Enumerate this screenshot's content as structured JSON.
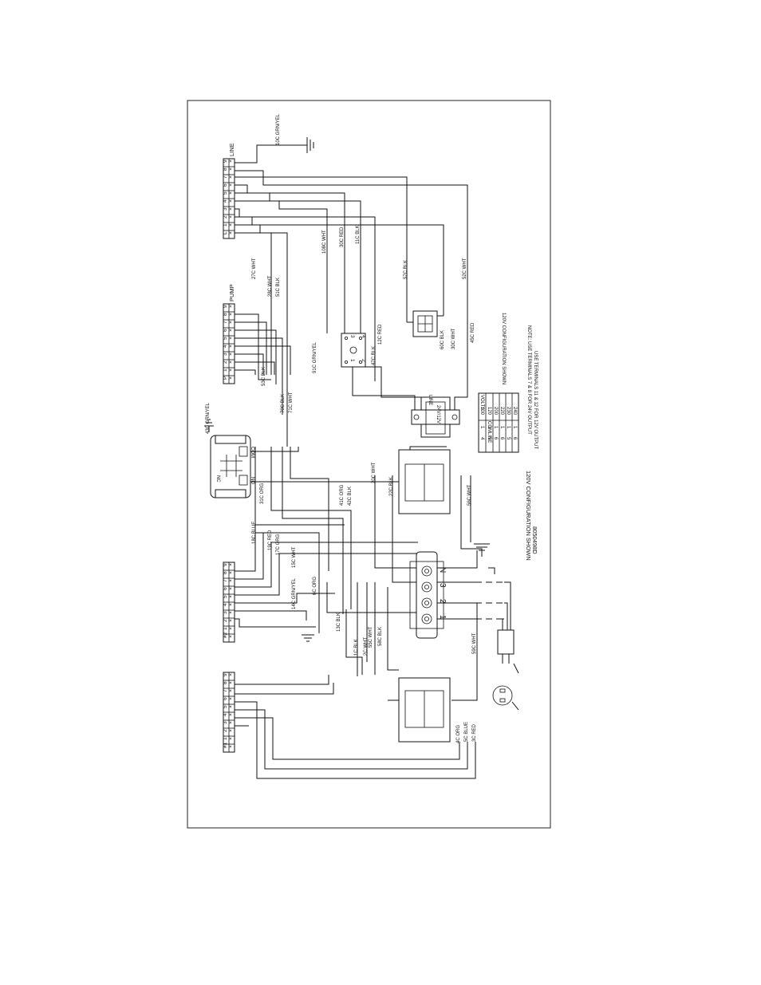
{
  "terminal_blocks": {
    "line": {
      "title": "LINE",
      "terminals": [
        "L",
        "1",
        "2",
        "3",
        "4",
        "5",
        "6",
        "7",
        "8",
        "9"
      ]
    },
    "pump": {
      "title": "PUMP",
      "terminals": [
        "P",
        "1",
        "2",
        "3",
        "4",
        "5",
        "6",
        "7",
        "8",
        "9"
      ]
    },
    "block2": {
      "title": "#2",
      "terminals": [
        "#2",
        "1",
        "2",
        "3",
        "4",
        "5",
        "6",
        "7",
        "8",
        "9"
      ]
    },
    "block1": {
      "title": "#1",
      "terminals": [
        "#1",
        "1",
        "2",
        "3",
        "4",
        "5",
        "6",
        "7",
        "8",
        "9"
      ]
    }
  },
  "wires": {
    "w10c": "10C GRN/YEL",
    "w27c": "27C WHT",
    "w28c": "28C WHT",
    "w51c": "51C BLK",
    "w108c": "108C WHT",
    "w30c": "30C RED",
    "w11c": "11C BLK",
    "w57c": "57C BLK",
    "w52c": "52C WHT",
    "w53c": "53C BLK",
    "w91c": "91C GRN/YEL",
    "w12c": "12C RED",
    "w47c": "47C BLK",
    "w60c": "60C BLK",
    "w30cw": "30C WHT",
    "w45c": "45C RED",
    "w43c": "43C GRN/YEL",
    "w70c": "70C BLK",
    "w71c": "71C WHT",
    "w41c": "41C ORG",
    "w42c": "42C BLK",
    "w20c": "20C WHT",
    "w22c": "22C BLK",
    "w56c": "56C WHT",
    "w31c": "31C ORG",
    "w18c": "18C BLUE",
    "w19c": "19C RED",
    "w17c": "17C ORG",
    "w15c": "15C WHT",
    "w14c": "14C GRN/YEL",
    "w6c": "6C ORG",
    "w13c": "13C BLK",
    "w1c": "1C BLK",
    "w2c": "2C WHT",
    "w55c": "55C WHT",
    "w58c": "58C BLK",
    "w59c": "59C WHT",
    "w4c": "4C ORG",
    "w5c": "5C BLUE",
    "w3c": "3C RED"
  },
  "components": {
    "relay": {
      "com": "COM",
      "no": "NO",
      "nc": "NC",
      "coil_a": "1",
      "coil_b": "2",
      "pin_com": "3",
      "pin_no": "4"
    },
    "pump_relay": {
      "pins": [
        "3",
        "4",
        "1",
        "2"
      ]
    },
    "transformer": {
      "line_label": "LINE",
      "caption": "24V/12V"
    },
    "connector": {
      "pins": [
        "N",
        "3",
        "2",
        "1"
      ]
    }
  },
  "notes": {
    "config_small": "120V CONFIGURATION SHOWN",
    "config_main": "120V CONFIGURATION SHOWN",
    "part_number": "8050498D",
    "note_1": "NOTE: USE TERMINALS 7 & 8 FOR 24V OUTPUT",
    "note_2": "USE TERMINALS 11 & 12 FOR 12V OUTPUT"
  },
  "volts_table": {
    "headers": [
      "VOLTS",
      "COMLINE"
    ],
    "rows": [
      [
        "100",
        "1",
        "4"
      ],
      [
        "120",
        "1",
        "5"
      ],
      [
        "200",
        "1",
        "6"
      ],
      [
        "220",
        "1",
        "6"
      ],
      [
        "230",
        "1",
        "5"
      ],
      [
        "240",
        "1",
        "6"
      ]
    ]
  }
}
